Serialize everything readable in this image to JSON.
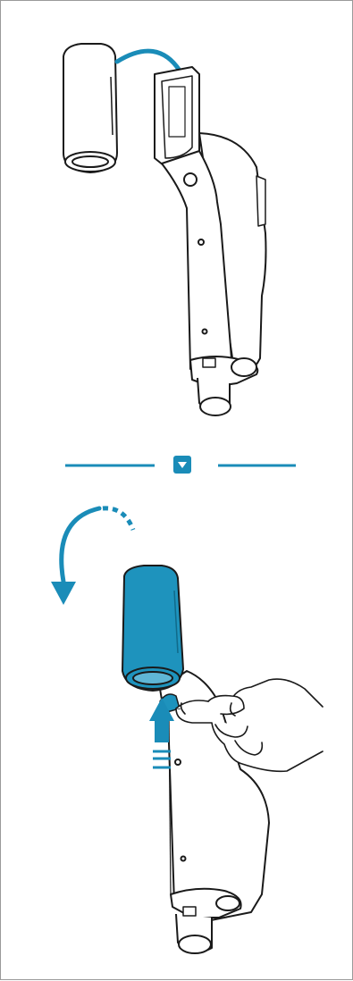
{
  "figure": {
    "accent_color": "#1a8cb8",
    "accent_fill": "#1e93bd",
    "line_color": "#1a1a1a",
    "panels": [
      {
        "id": "insert-battery",
        "icons": [
          "curved-arrow-down-icon",
          "battery-pack",
          "vacuum-handle"
        ]
      },
      {
        "id": "release-battery",
        "icons": [
          "curved-arrow-rotate-icon",
          "release-button-arrow-icon",
          "hand",
          "battery-pack"
        ]
      }
    ],
    "separator_icon": "chevron-down-icon"
  }
}
